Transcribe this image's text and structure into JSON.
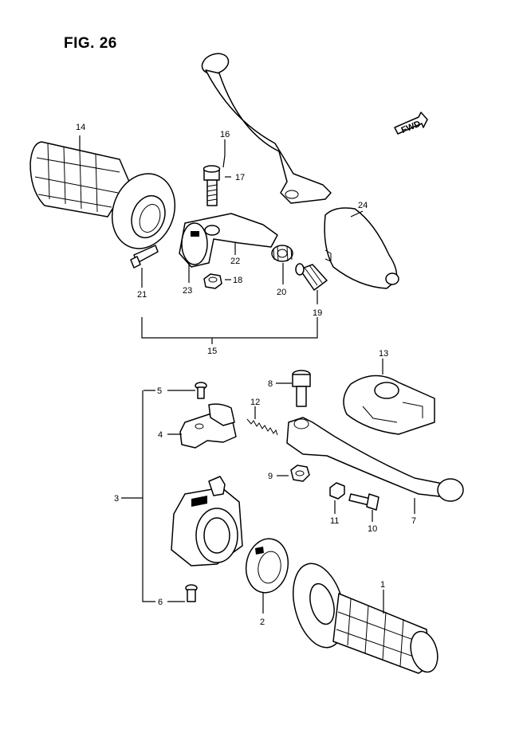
{
  "figure": {
    "title": "FIG. 26"
  },
  "direction_badge": {
    "text": "FWD"
  },
  "callouts": [
    {
      "id": "1",
      "label": "1"
    },
    {
      "id": "2",
      "label": "2"
    },
    {
      "id": "3",
      "label": "3"
    },
    {
      "id": "4",
      "label": "4"
    },
    {
      "id": "5",
      "label": "5"
    },
    {
      "id": "6",
      "label": "6"
    },
    {
      "id": "7",
      "label": "7"
    },
    {
      "id": "8",
      "label": "8"
    },
    {
      "id": "9",
      "label": "9"
    },
    {
      "id": "10",
      "label": "10"
    },
    {
      "id": "11",
      "label": "11"
    },
    {
      "id": "12",
      "label": "12"
    },
    {
      "id": "13",
      "label": "13"
    },
    {
      "id": "14",
      "label": "14"
    },
    {
      "id": "15",
      "label": "15"
    },
    {
      "id": "16",
      "label": "16"
    },
    {
      "id": "17",
      "label": "17"
    },
    {
      "id": "18",
      "label": "18"
    },
    {
      "id": "19",
      "label": "19"
    },
    {
      "id": "20",
      "label": "20"
    },
    {
      "id": "21",
      "label": "21"
    },
    {
      "id": "22",
      "label": "22"
    },
    {
      "id": "23",
      "label": "23"
    },
    {
      "id": "24",
      "label": "24"
    }
  ]
}
